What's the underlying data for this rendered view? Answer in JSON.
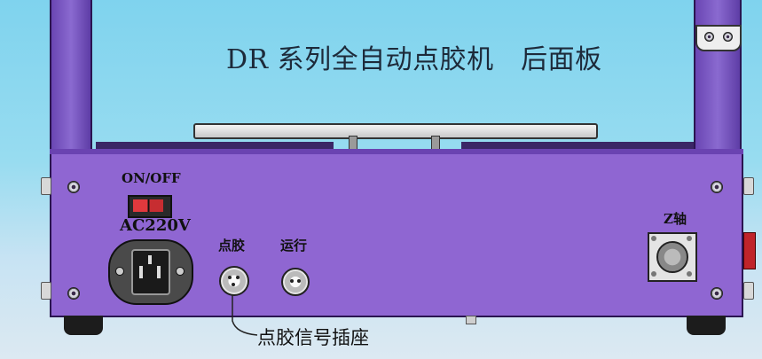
{
  "title": "DR 系列全自动点胶机　后面板",
  "labels": {
    "power_switch": "ON/OFF",
    "voltage": "AC220V",
    "dispense_port": "点胶",
    "run_port": "运行",
    "z_axis_port": "Z轴",
    "signal_socket_callout": "点胶信号插座"
  },
  "colors": {
    "sky": "#87d6ee",
    "panel": "#8f66d2",
    "panel_dark": "#6a43b1",
    "switch": "#e0393d"
  }
}
